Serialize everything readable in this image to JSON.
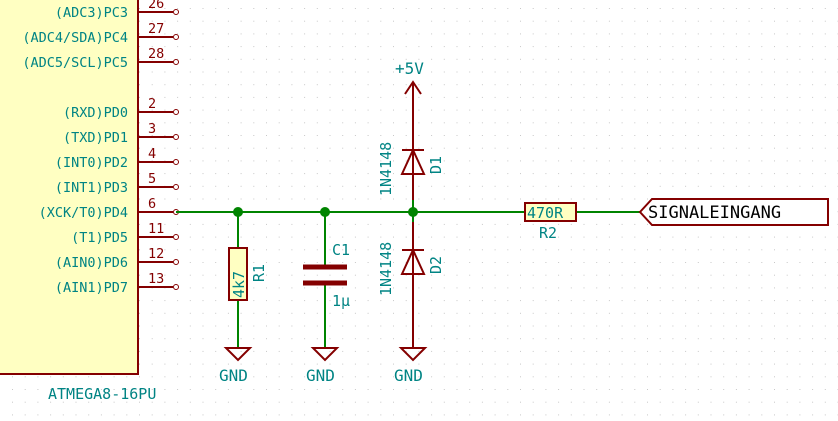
{
  "ic": {
    "name": "ATMEGA8-16PU",
    "pins": [
      {
        "name": "(ADC3)PC3",
        "num": "26"
      },
      {
        "name": "(ADC4/SDA)PC4",
        "num": "27"
      },
      {
        "name": "(ADC5/SCL)PC5",
        "num": "28"
      },
      {
        "name": "(RXD)PD0",
        "num": "2"
      },
      {
        "name": "(TXD)PD1",
        "num": "3"
      },
      {
        "name": "(INT0)PD2",
        "num": "4"
      },
      {
        "name": "(INT1)PD3",
        "num": "5"
      },
      {
        "name": "(XCK/T0)PD4",
        "num": "6"
      },
      {
        "name": "(T1)PD5",
        "num": "11"
      },
      {
        "name": "(AIN0)PD6",
        "num": "12"
      },
      {
        "name": "(AIN1)PD7",
        "num": "13"
      }
    ]
  },
  "r1": {
    "ref": "R1",
    "value": "4k7"
  },
  "c1": {
    "ref": "C1",
    "value": "1µ"
  },
  "d1": {
    "ref": "D1",
    "value": "1N4148"
  },
  "d2": {
    "ref": "D2",
    "value": "1N4148"
  },
  "r2": {
    "ref": "R2",
    "value": "470R"
  },
  "power": {
    "vcc": "+5V",
    "gnd": "GND"
  },
  "label": {
    "text": "SIGNALEINGANG"
  },
  "colors": {
    "wire": "#008400",
    "component": "#840000",
    "text": "#008484",
    "grid": "#c8c8c8"
  }
}
